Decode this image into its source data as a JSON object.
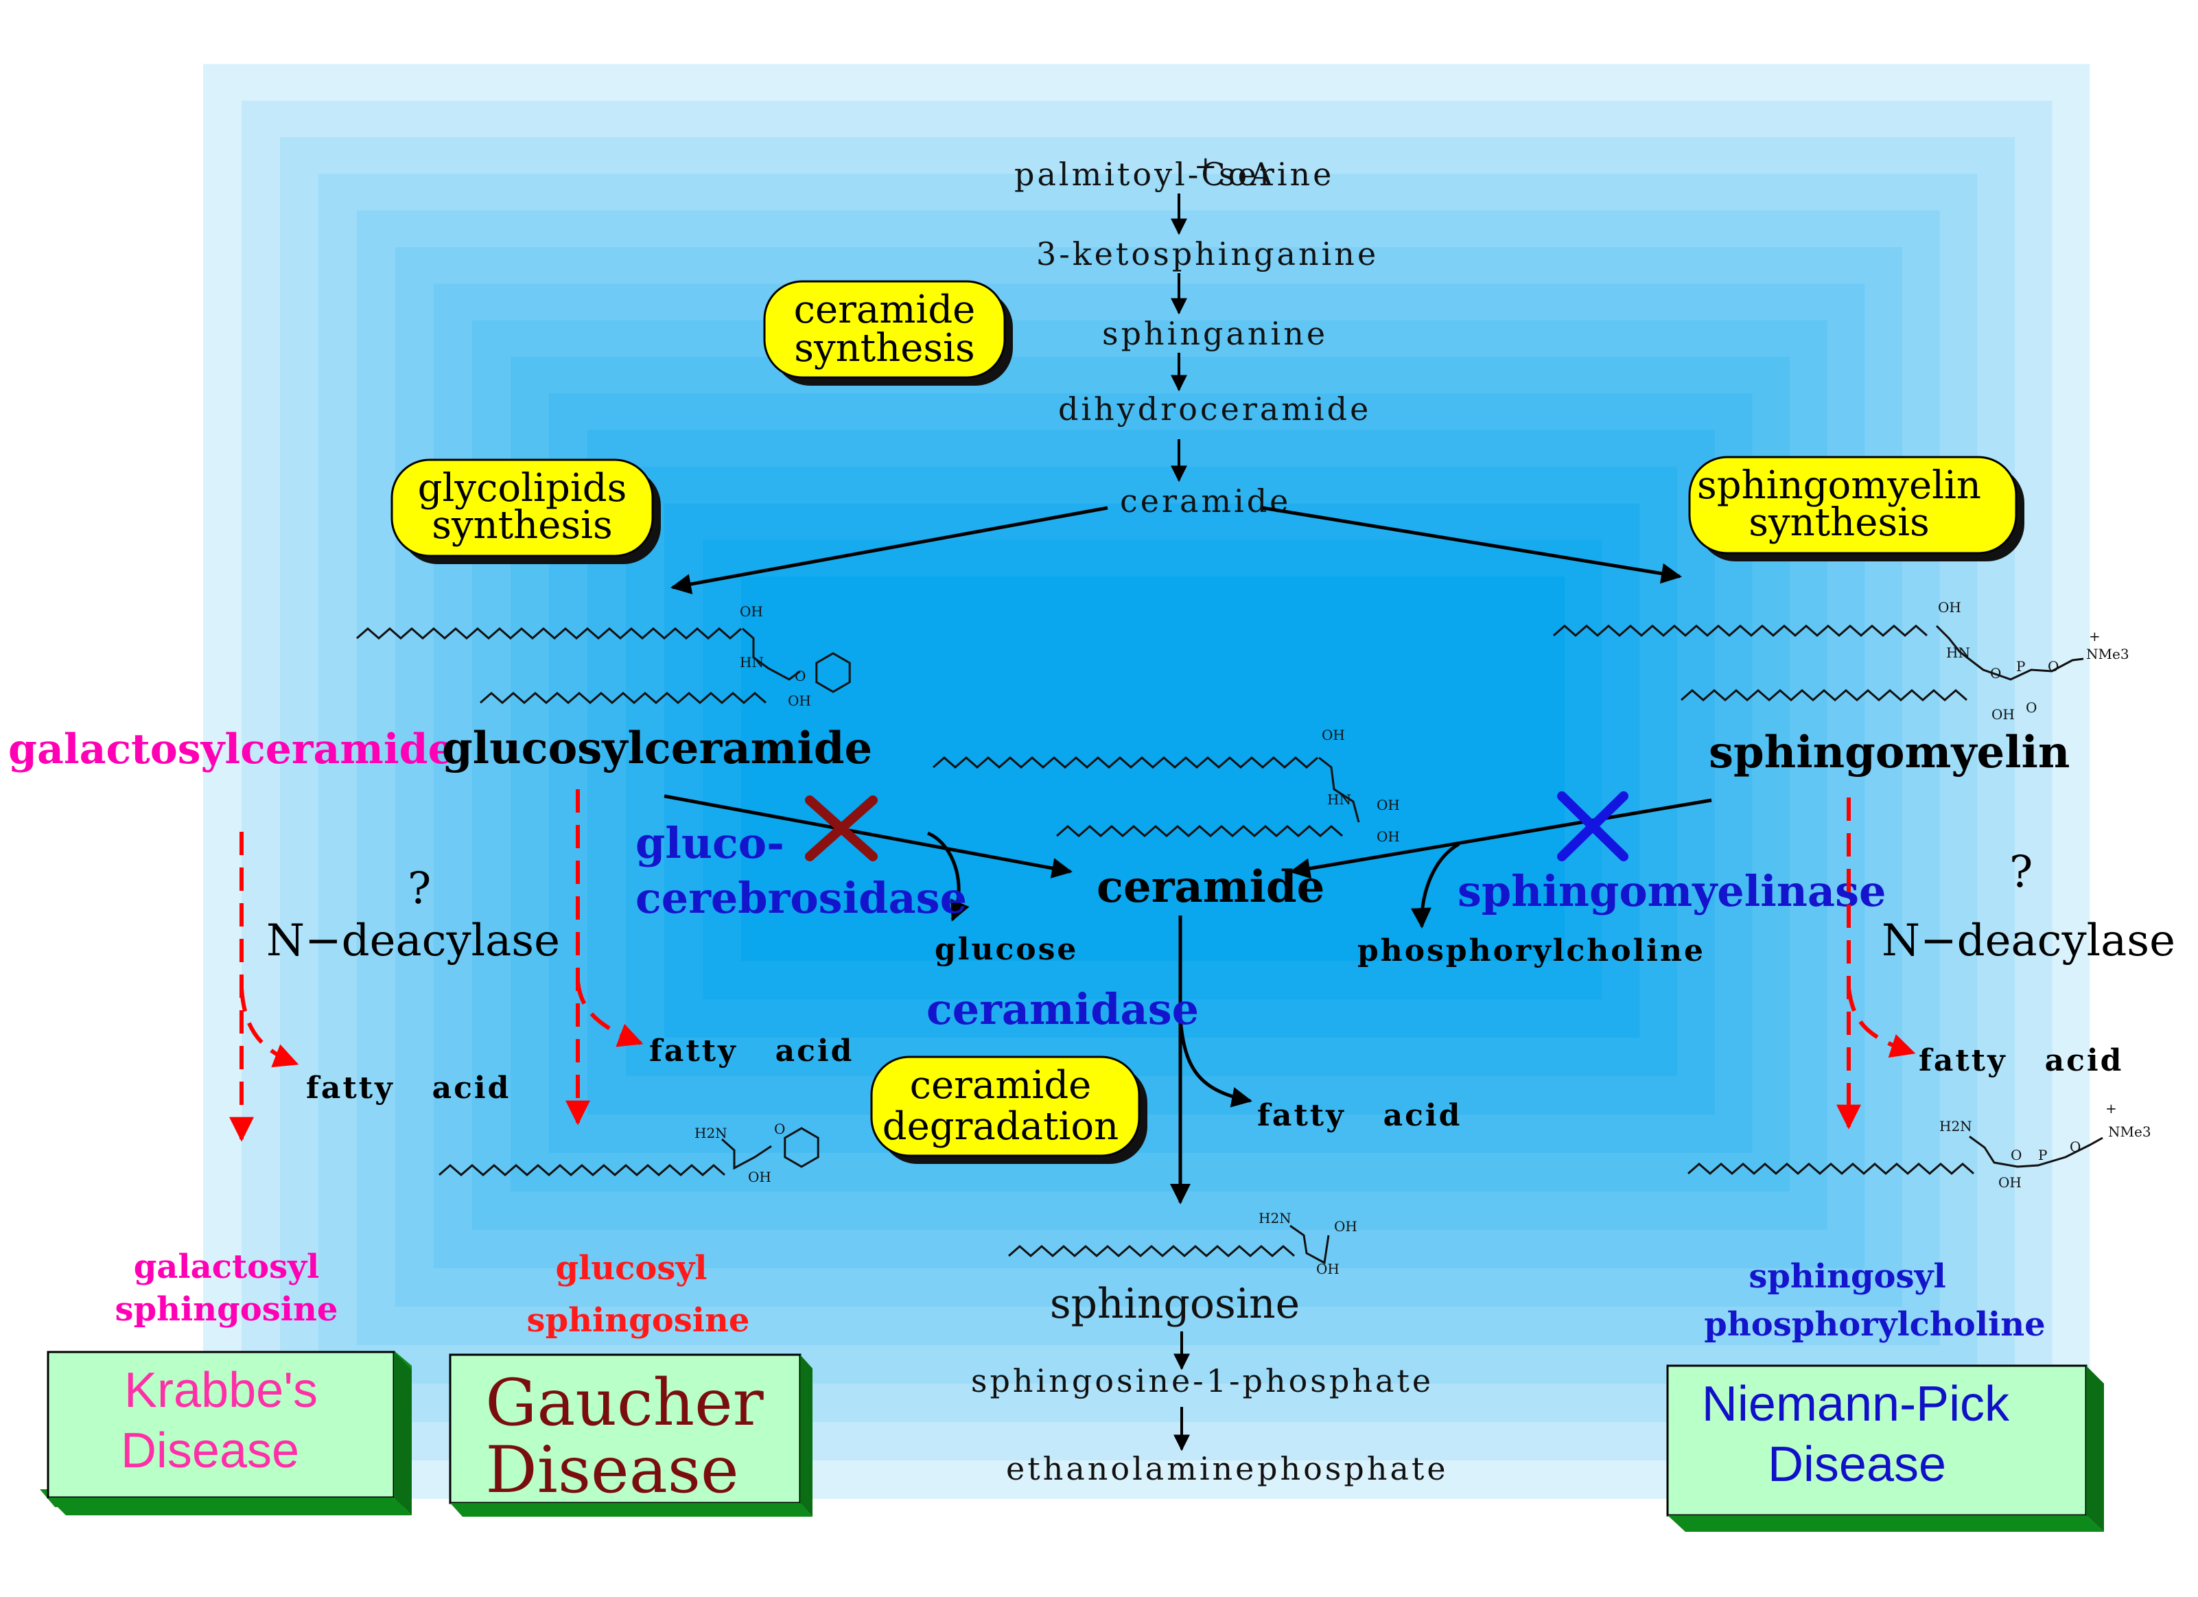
{
  "pathway": {
    "palmitoyl": "palmitoyl-CoA",
    "serine": "serine",
    "ketosphinganine": "3-ketosphinganine",
    "sphinganine": "sphinganine",
    "dihydroceramide": "dihydroceramide",
    "ceramide_top": "ceramide"
  },
  "process_labels": {
    "ceramide_synthesis": [
      "ceramide",
      "synthesis"
    ],
    "glycolipids_synthesis": [
      "glycolipids",
      "synthesis"
    ],
    "sphingomyelin_synthesis": [
      "sphingomyelin",
      "synthesis"
    ],
    "ceramide_degradation": [
      "ceramide",
      "degradation"
    ]
  },
  "lipids": {
    "galactosylceramide": "galactosylceramide",
    "glucosylceramide": "glucosylceramide",
    "sphingomyelin": "sphingomyelin",
    "ceramide_center": "ceramide",
    "sphingosine": "sphingosine",
    "sphingosine_1_phosphate": "sphingosine-1-phosphate",
    "ethanolamine": "ethanolamine",
    "phosphate": "phosphate"
  },
  "enzymes": {
    "glucocerebrosidase": [
      "gluco-",
      "cerebrosidase"
    ],
    "sphingomyelinase": "sphingomyelinase",
    "ceramidase": "ceramidase",
    "n_deacylase_left": "N−deacylase",
    "n_deacylase_right": "N−deacylase",
    "question_mark": "?"
  },
  "products": {
    "glucose": "glucose",
    "phosphorylcholine": "phosphorylcholine",
    "fatty_acid": "fatty   acid"
  },
  "lyso_products": {
    "galactosyl_sphingosine": [
      "galactosyl",
      "sphingosine"
    ],
    "glucosyl_sphingosine": [
      "glucosyl",
      "sphingosine"
    ],
    "sphingosyl_phosphorylcholine": [
      "sphingosyl",
      "phosphorylcholine"
    ]
  },
  "diseases": {
    "krabbe": [
      "Krabbe's",
      "Disease"
    ],
    "gaucher": [
      "Gaucher",
      "Disease"
    ],
    "niemann_pick": [
      "Niemann-Pick",
      "Disease"
    ]
  },
  "structure_labels": {
    "oh": "OH",
    "hn": "HN",
    "h2n": "H2N",
    "o": "O",
    "p": "P",
    "nme3": "NMe3",
    "plus": "+"
  },
  "colors": {
    "background_center": "#0aa6ee",
    "background_edge": "#ffffff",
    "label_box_fill": "#ffff00",
    "disease_box_fill": "#b8ffc8",
    "disease_box_shadow": "#0e8a1a",
    "krabbe_text": "#ff2fa8",
    "gaucher_text": "#7a0e0e",
    "niemann_text": "#1010c8",
    "enzyme_blue": "#1414cc",
    "galactosyl_magenta": "#ff00b4",
    "glucosyl_red": "#ff1a1a",
    "block_x_dark_red": "#8b1010",
    "block_x_blue": "#1414e0",
    "dashed_red": "#ff0000"
  }
}
